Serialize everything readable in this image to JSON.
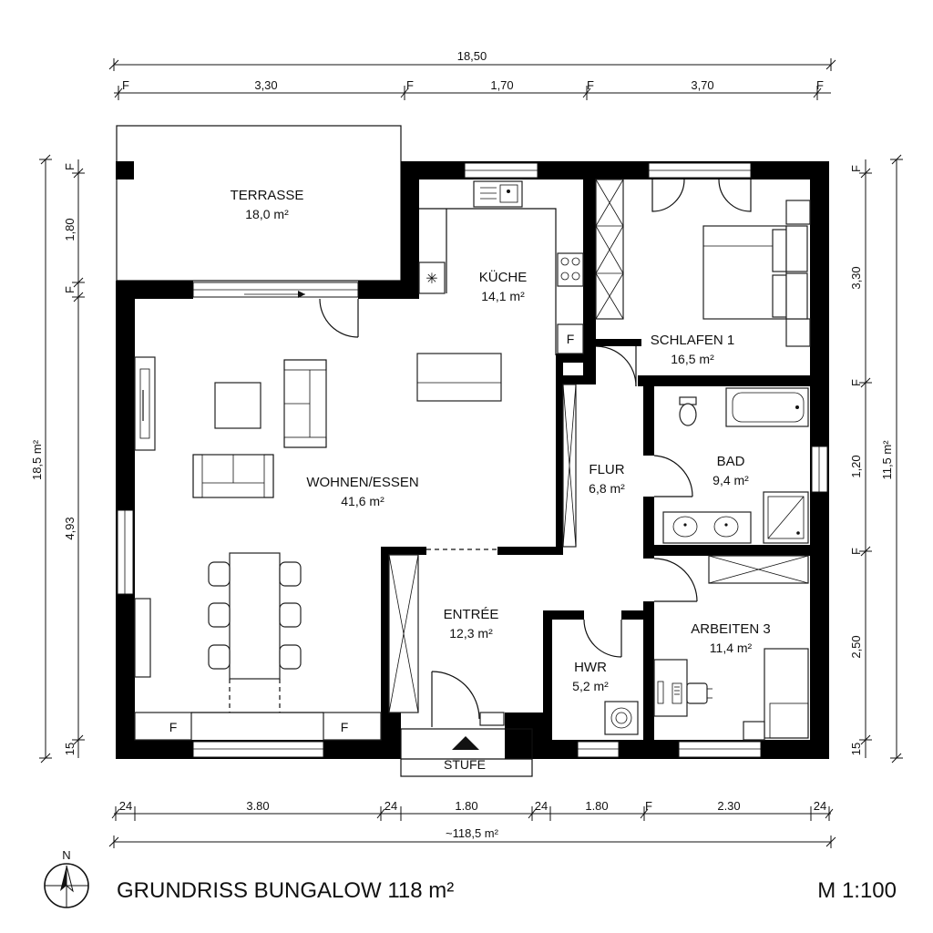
{
  "drawing": {
    "title": "GRUNDRISS BUNGALOW 118 m²",
    "scale": "M 1:100",
    "north_label": "N"
  },
  "rooms": [
    {
      "id": "terrasse",
      "name": "TERRASSE",
      "area": "18,0 m²"
    },
    {
      "id": "kueche",
      "name": "KÜCHE",
      "area": "14,1 m²"
    },
    {
      "id": "schlafen",
      "name": "SCHLAFEN 1",
      "area": "16,5 m²"
    },
    {
      "id": "wohnen",
      "name": "WOHNEN/ESSEN",
      "area": "41,6 m²"
    },
    {
      "id": "flur",
      "name": "FLUR",
      "area": "6,8 m²"
    },
    {
      "id": "bad",
      "name": "BAD",
      "area": "9,4 m²"
    },
    {
      "id": "entree",
      "name": "ENTRÉE",
      "area": "12,3 m²"
    },
    {
      "id": "arbeiten",
      "name": "ARBEITEN 3",
      "area": "11,4 m²"
    },
    {
      "id": "hwr",
      "name": "HWR",
      "area": "5,2 m²"
    }
  ],
  "labels": {
    "stufe": "STUFE",
    "f": "F"
  },
  "dimensions": {
    "top_total": "18,50",
    "top_segments": [
      "3,30",
      "1,70",
      "3,70"
    ],
    "bottom_segments": [
      "24",
      "3.80",
      "24",
      "1.80",
      "24",
      "1.80",
      "F",
      "2.30",
      "24"
    ],
    "bottom_total": "~118,5 m²",
    "left_outer": "18,5 m²",
    "left_segments": [
      "1,80",
      "4,93",
      "15"
    ],
    "right_outer": "11,5 m²",
    "right_segments": [
      "3,30",
      "1,20",
      "2,50",
      "15"
    ],
    "f_mark": "F"
  }
}
